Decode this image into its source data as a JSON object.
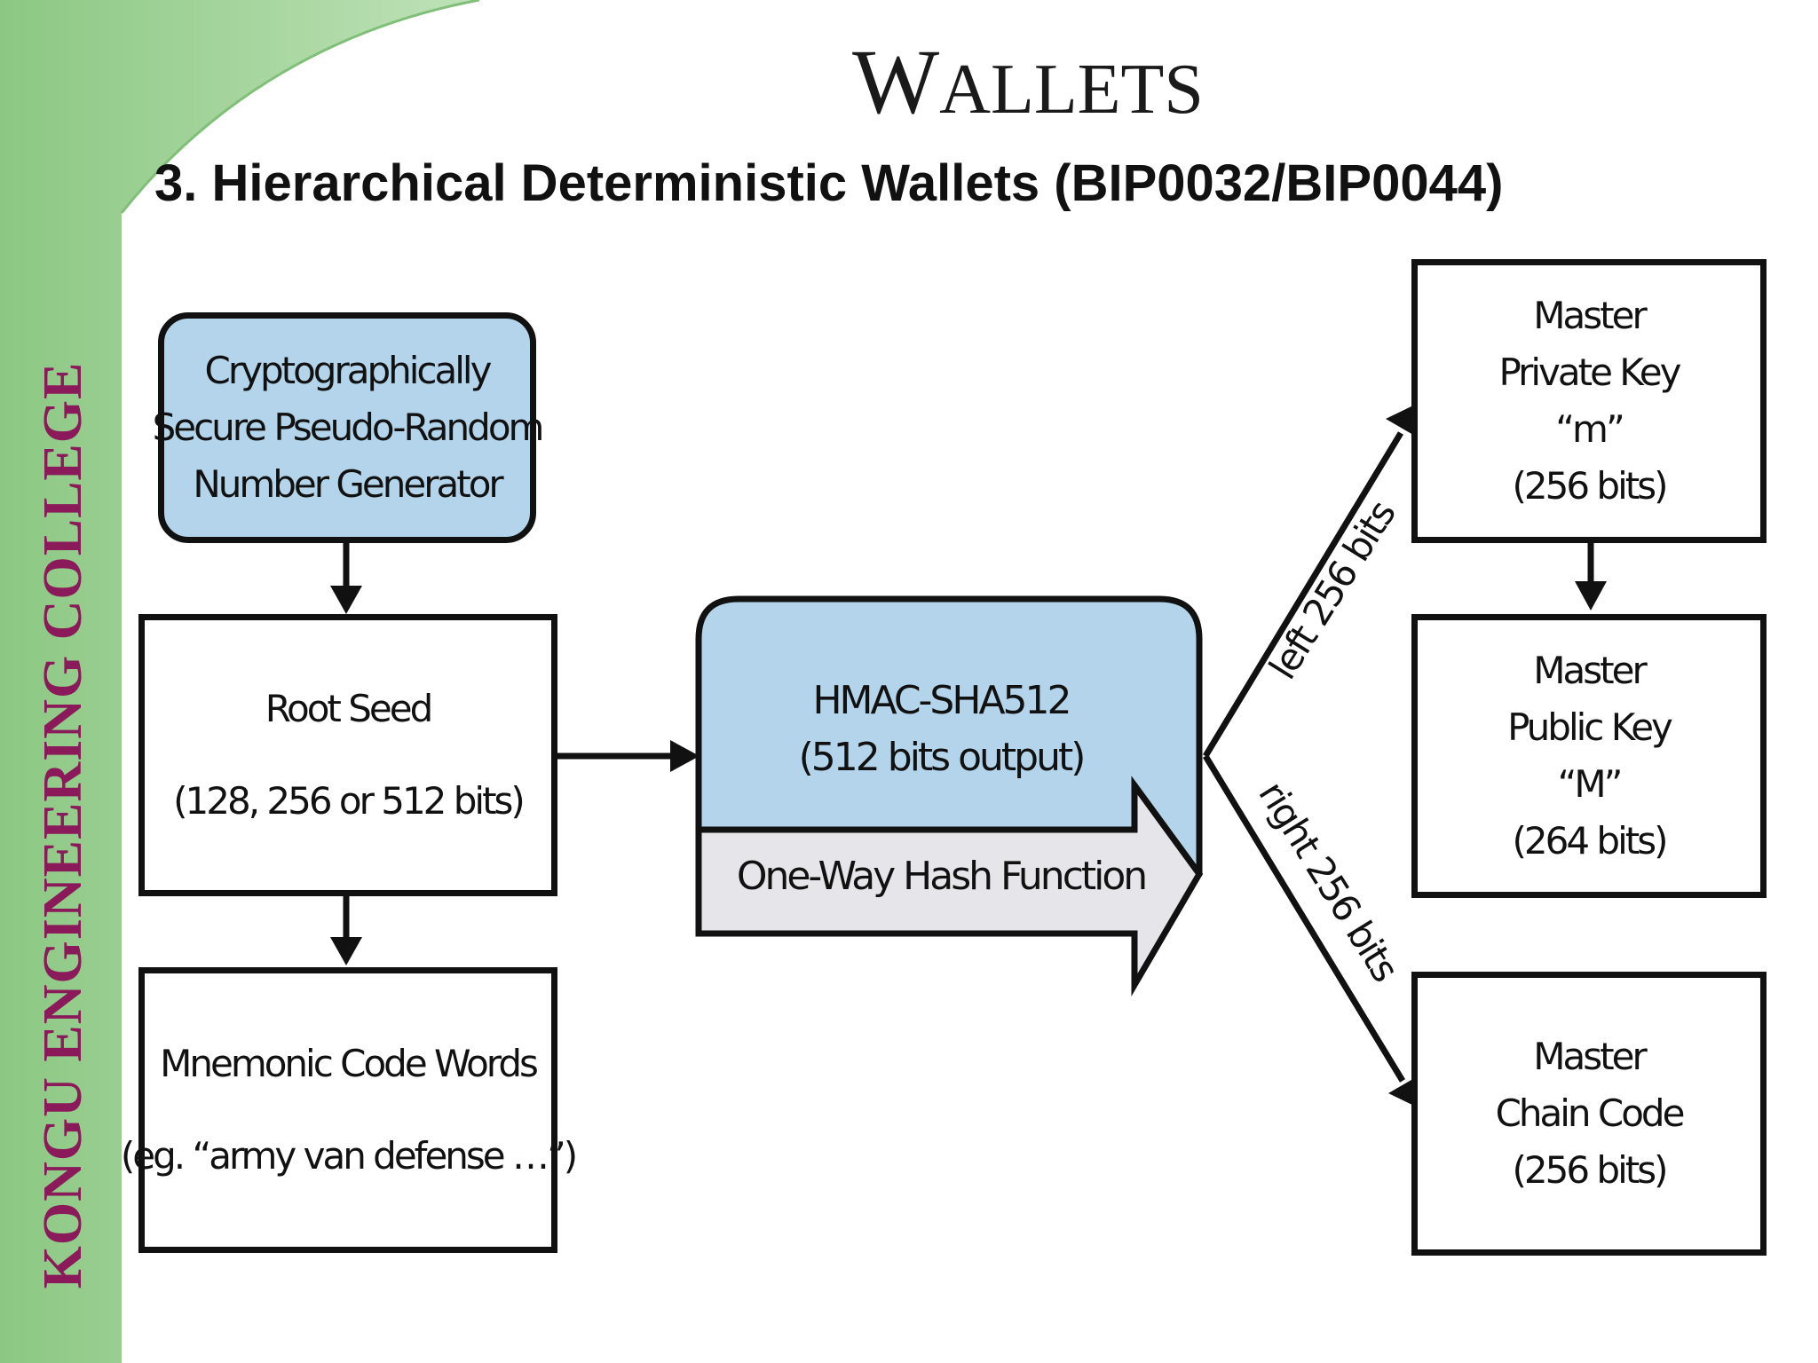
{
  "slide": {
    "sidebar_text": "KONGU ENGINEERING COLLEGE",
    "title_first_letter": "W",
    "title_rest": "ALLETS",
    "subtitle": "3. Hierarchical Deterministic Wallets (BIP0032/BIP0044)"
  },
  "diagram": {
    "csprng": [
      "Cryptographically",
      "Secure Pseudo-Random",
      "Number Generator"
    ],
    "root_seed": [
      "Root Seed",
      "(128, 256 or 512 bits)"
    ],
    "mnemonic": [
      "Mnemonic Code Words",
      "(eg. “army van defense …”)"
    ],
    "hmac": [
      "HMAC-SHA512",
      "(512 bits output)"
    ],
    "hash_function": "One-Way Hash Function",
    "left_label": "left 256 bits",
    "right_label": "right 256 bits",
    "master_private": [
      "Master",
      "Private Key",
      "“m”",
      "(256 bits)"
    ],
    "master_public": [
      "Master",
      "Public Key",
      "“M”",
      "(264 bits)"
    ],
    "master_chain": [
      "Master",
      "Chain Code",
      "(256 bits)"
    ]
  },
  "colors": {
    "sidebar_green": "#a9d6a3",
    "sidebar_text": "#8a1a5a",
    "box_blue": "#b3d4ea",
    "hash_arrow_gray": "#e6e6ea"
  }
}
